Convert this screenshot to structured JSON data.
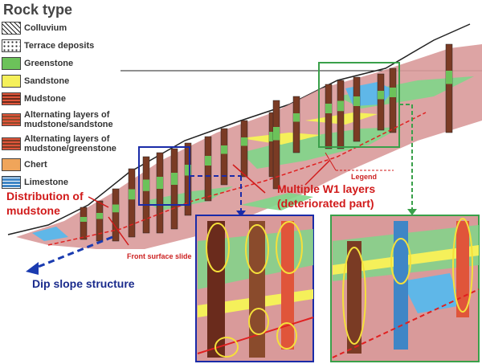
{
  "legend": {
    "title": "Rock type",
    "items": [
      {
        "label": "Colluvium",
        "color": "#ffffff",
        "pattern": "triangles"
      },
      {
        "label": "Terrace deposits",
        "color": "#ffffff",
        "pattern": "dots"
      },
      {
        "label": "Greenstone",
        "color": "#6cc25a"
      },
      {
        "label": "Sandstone",
        "color": "#f5f05a"
      },
      {
        "label": "Mudstone",
        "color": "#6a2b1c"
      },
      {
        "label": "Alternating layers of mudstone/sandstone",
        "color": "#8a4b2c"
      },
      {
        "label": "Alternating layers of mudstone/greenstone",
        "color": "#7a3b24"
      },
      {
        "label": "Chert",
        "color": "#f0a55a"
      },
      {
        "label": "Limestone",
        "color": "#3f86c6"
      }
    ]
  },
  "annotations": {
    "distribution": "Distribution of mudstone",
    "multiple_w1": "Multiple W1 layers (deteriorated part)",
    "dip_slope": "Dip slope structure",
    "front_slide": "Front surface slide",
    "legend_callout": "Legend"
  },
  "colors": {
    "mudstone_pink": "#d99a9a",
    "greenstone": "#7fd68a",
    "sandstone": "#f5f05a",
    "limestone": "#5fb7e8",
    "callout_red": "#d11a1a",
    "box_blue": "#1a2ba8",
    "box_green": "#3aa04a",
    "ellipse_yellow": "#f5e03a"
  }
}
